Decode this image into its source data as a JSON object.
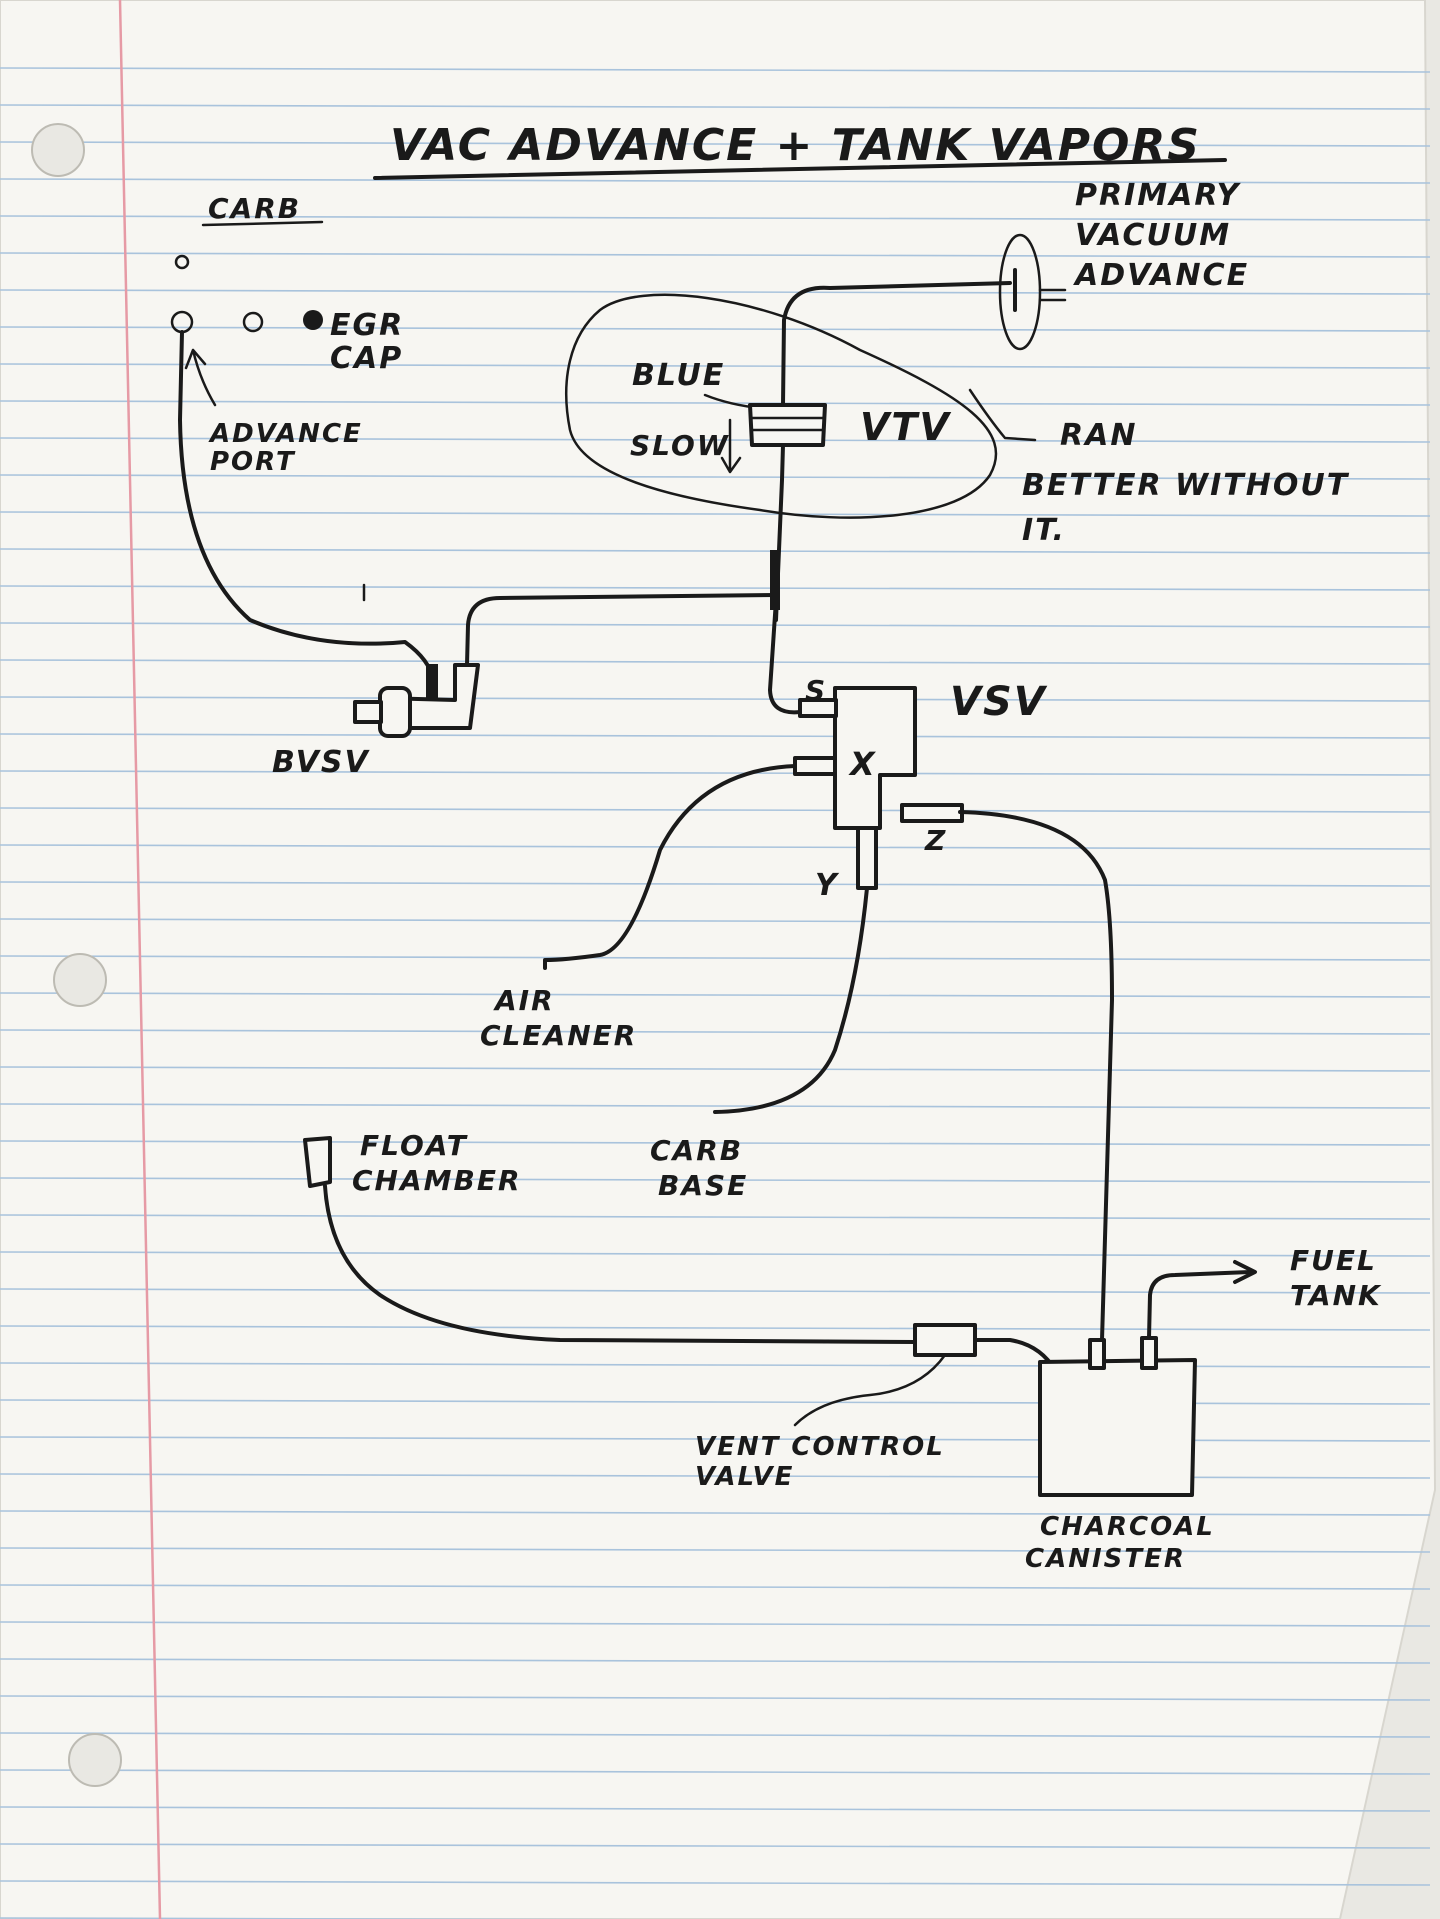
{
  "title": "VAC ADVANCE + TANK VAPORS",
  "labels": {
    "carb": "CARB",
    "egr_cap": [
      "EGR",
      "CAP"
    ],
    "advance_port": [
      "ADVANCE",
      "PORT"
    ],
    "primary_vacuum_advance": [
      "PRIMARY",
      "VACUUM",
      "ADVANCE"
    ],
    "blue": "BLUE",
    "slow": "SLOW",
    "vtv": "VTV",
    "vtv_note": [
      "RAN",
      "BETTER WITHOUT",
      "IT."
    ],
    "bvsv": "BVSV",
    "vsv": "VSV",
    "port_s": "S",
    "port_x": "X",
    "port_y": "Y",
    "port_z": "Z",
    "air_cleaner": [
      "AIR",
      "CLEANER"
    ],
    "carb_base": [
      "CARB",
      "BASE"
    ],
    "float_chamber": [
      "FLOAT",
      "CHAMBER"
    ],
    "fuel_tank": [
      "FUEL",
      "TANK"
    ],
    "vent_control_valve": [
      "VENT CONTROL",
      "VALVE"
    ],
    "charcoal_canister": [
      "CHARCOAL",
      "CANISTER"
    ]
  },
  "colors": {
    "paper": "#f7f6f2",
    "rule_line": "#a9c3dc",
    "margin_line": "#e69aa5",
    "ink": "#1a1a1a"
  }
}
